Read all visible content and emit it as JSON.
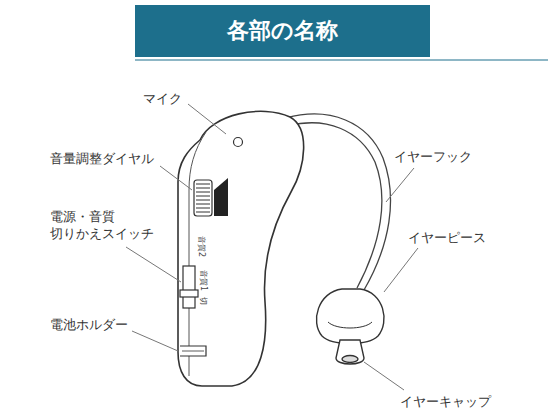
{
  "diagram": {
    "title": "各部の名称",
    "labels": [
      "マイク",
      "音量調整ダイヤル",
      "電源・音質 切りかえスイッチ",
      "電池ホルダー",
      "イヤーフック",
      "イヤーピース",
      "イヤーキャップ",
      "音質2",
      "音質1",
      "切"
    ]
  }
}
